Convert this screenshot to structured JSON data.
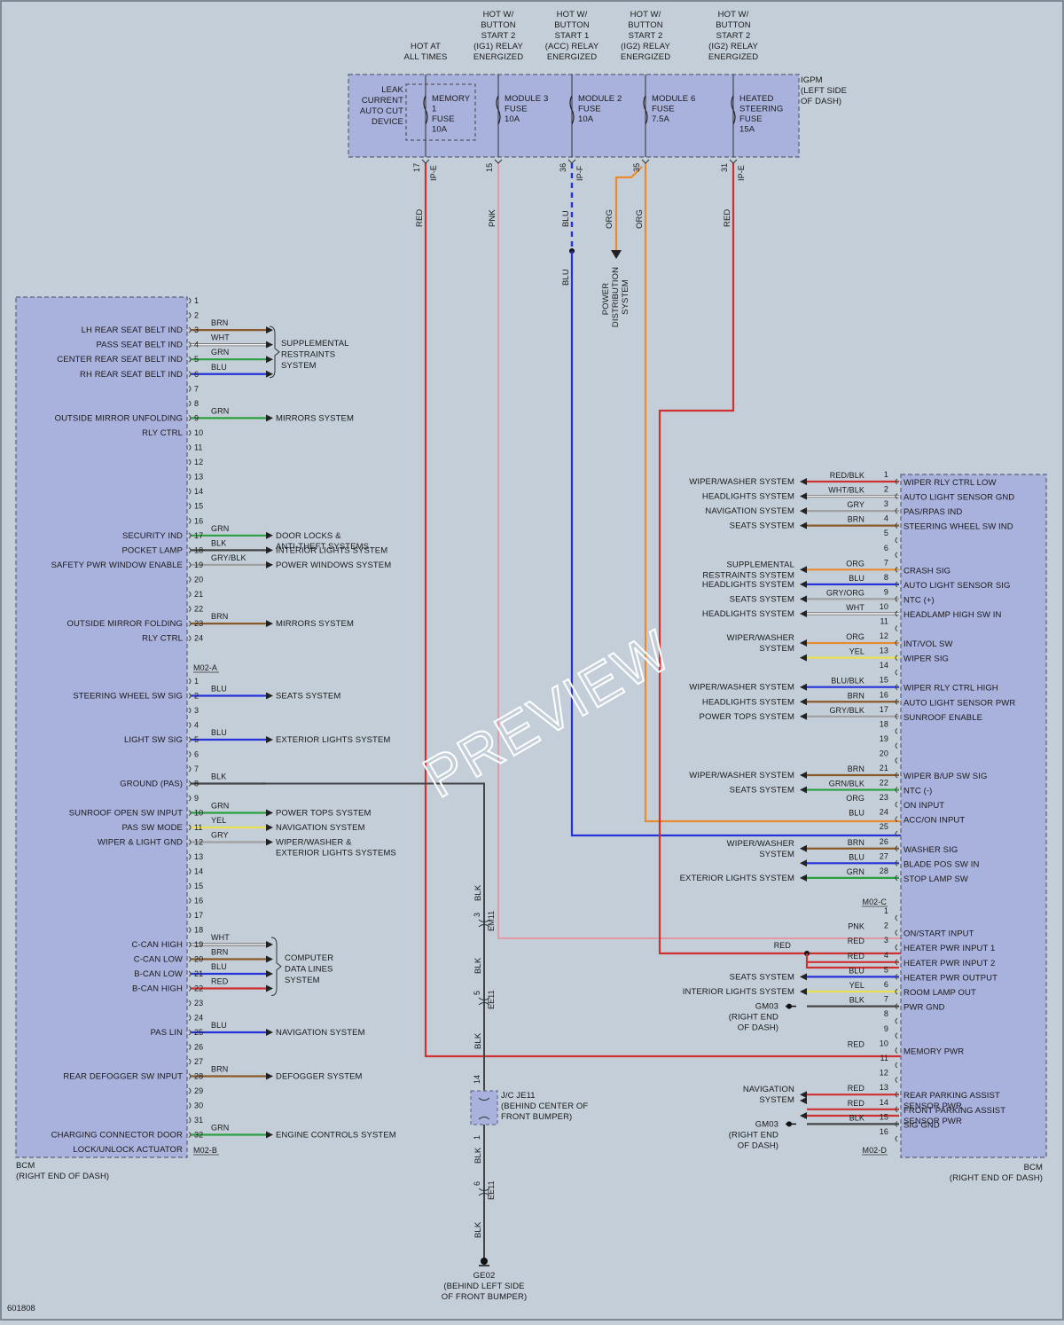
{
  "diagram_id": "601808",
  "watermark": "PREVIEW",
  "colors": {
    "background": "#c3ced8",
    "module_fill": "#a9b1dd",
    "module_border": "#6a6f8a",
    "RED": "#d03030",
    "PNK": "#e39aa6",
    "BLU": "#2432d8",
    "ORG": "#e88a30",
    "BRN": "#8a5a2a",
    "WHT": "#f4f4f4",
    "GRN": "#2aa040",
    "BLK": "#444444",
    "GRY": "#a0a0a0",
    "YEL": "#e8e050"
  },
  "igpm": {
    "label": [
      "IGPM",
      "(LEFT SIDE",
      "OF DASH)"
    ],
    "leak_device": [
      "LEAK",
      "CURRENT",
      "AUTO CUT",
      "DEVICE"
    ],
    "fuses": [
      {
        "name": [
          "MEMORY",
          "1",
          "FUSE",
          "10A"
        ],
        "header": [
          "HOT AT",
          "ALL TIMES"
        ],
        "pin": "17",
        "conn": "IP-E",
        "color": "RED",
        "wire_label": "RED"
      },
      {
        "name": [
          "MODULE 3",
          "FUSE",
          "10A"
        ],
        "header": [
          "HOT W/",
          "BUTTON",
          "START 2",
          "(IG1) RELAY",
          "ENERGIZED"
        ],
        "pin": "15",
        "conn": "",
        "color": "PNK",
        "wire_label": "PNK"
      },
      {
        "name": [
          "MODULE 2",
          "FUSE",
          "10A"
        ],
        "header": [
          "HOT W/",
          "BUTTON",
          "START 1",
          "(ACC) RELAY",
          "ENERGIZED"
        ],
        "pin": "36",
        "conn": "IP-F",
        "color": "BLU",
        "wire_label": "BLU"
      },
      {
        "name": [
          "MODULE 6",
          "FUSE",
          "7.5A"
        ],
        "header": [
          "HOT W/",
          "BUTTON",
          "START 2",
          "(IG2) RELAY",
          "ENERGIZED"
        ],
        "pin": "35",
        "conn": "",
        "color": "ORG",
        "wire_label": "ORG"
      },
      {
        "name": [
          "HEATED",
          "STEERING",
          "FUSE",
          "15A"
        ],
        "header": [
          "HOT W/",
          "BUTTON",
          "START 2",
          "(IG2) RELAY",
          "ENERGIZED"
        ],
        "pin": "31",
        "conn": "IP-E",
        "color": "RED",
        "wire_label": "RED"
      }
    ],
    "splice_labels": {
      "blu_lower": "BLU",
      "org_left": "ORG",
      "power_dist": [
        "POWER",
        "DISTRIBUTION",
        "SYSTEM"
      ]
    }
  },
  "left_bcm": {
    "label": [
      "BCM",
      "(RIGHT END OF DASH)"
    ],
    "connectors": [
      {
        "name": "M02-A",
        "pins": [
          {
            "n": "1"
          },
          {
            "n": "2"
          },
          {
            "n": "3",
            "func": "LH REAR SEAT BELT IND",
            "color": "BRN",
            "label": "BRN"
          },
          {
            "n": "4",
            "func": "PASS SEAT BELT IND",
            "color": "WHT",
            "label": "WHT"
          },
          {
            "n": "5",
            "func": "CENTER REAR SEAT BELT IND",
            "color": "GRN",
            "label": "GRN"
          },
          {
            "n": "6",
            "func": "RH REAR SEAT BELT IND",
            "color": "BLU",
            "label": "BLU"
          },
          {
            "n": "7"
          },
          {
            "n": "8"
          },
          {
            "n": "9",
            "func": "OUTSIDE MIRROR UNFOLDING",
            "color": "GRN",
            "label": "GRN",
            "dest": "MIRRORS SYSTEM"
          },
          {
            "n": "10",
            "func": "RLY CTRL"
          },
          {
            "n": "11"
          },
          {
            "n": "12"
          },
          {
            "n": "13"
          },
          {
            "n": "14"
          },
          {
            "n": "15"
          },
          {
            "n": "16"
          },
          {
            "n": "17",
            "func": "SECURITY IND",
            "color": "GRN",
            "label": "GRN",
            "dest": "DOOR LOCKS &",
            "dest2": "ANTI-THEFT SYSTEMS"
          },
          {
            "n": "18",
            "func": "POCKET LAMP",
            "color": "BLK",
            "label": "BLK",
            "dest": "INTERIOR LIGHTS SYSTEM"
          },
          {
            "n": "19",
            "func": "SAFETY PWR WINDOW ENABLE",
            "color": "GRY",
            "label": "GRY/BLK",
            "dest": "POWER WINDOWS SYSTEM"
          },
          {
            "n": "20"
          },
          {
            "n": "21"
          },
          {
            "n": "22"
          },
          {
            "n": "23",
            "func": "OUTSIDE MIRROR FOLDING",
            "color": "BRN",
            "label": "BRN",
            "dest": "MIRRORS SYSTEM"
          },
          {
            "n": "24",
            "func": "RLY CTRL"
          }
        ],
        "group": {
          "text": [
            "SUPPLEMENTAL",
            "RESTRAINTS",
            "SYSTEM"
          ]
        }
      },
      {
        "name": "M02-B",
        "pins": [
          {
            "n": "1"
          },
          {
            "n": "2",
            "func": "STEERING WHEEL SW SIG",
            "color": "BLU",
            "label": "BLU",
            "dest": "SEATS SYSTEM"
          },
          {
            "n": "3"
          },
          {
            "n": "4"
          },
          {
            "n": "5",
            "func": "LIGHT SW SIG",
            "color": "BLU",
            "label": "BLU",
            "dest": "EXTERIOR LIGHTS SYSTEM"
          },
          {
            "n": "6"
          },
          {
            "n": "7"
          },
          {
            "n": "8",
            "func": "GROUND (PAS)",
            "color": "BLK",
            "label": "BLK"
          },
          {
            "n": "9"
          },
          {
            "n": "10",
            "func": "SUNROOF OPEN SW INPUT",
            "color": "GRN",
            "label": "GRN",
            "dest": "POWER TOPS SYSTEM"
          },
          {
            "n": "11",
            "func": "PAS SW MODE",
            "color": "YEL",
            "label": "YEL",
            "dest": "NAVIGATION SYSTEM"
          },
          {
            "n": "12",
            "func": "WIPER & LIGHT GND",
            "color": "GRY",
            "label": "GRY",
            "dest": "WIPER/WASHER &",
            "dest2": "EXTERIOR LIGHTS SYSTEMS"
          },
          {
            "n": "13"
          },
          {
            "n": "14"
          },
          {
            "n": "15"
          },
          {
            "n": "16"
          },
          {
            "n": "17"
          },
          {
            "n": "18"
          },
          {
            "n": "19",
            "func": "C-CAN HIGH",
            "color": "WHT",
            "label": "WHT"
          },
          {
            "n": "20",
            "func": "C-CAN LOW",
            "color": "BRN",
            "label": "BRN"
          },
          {
            "n": "21",
            "func": "B-CAN LOW",
            "color": "BLU",
            "label": "BLU"
          },
          {
            "n": "22",
            "func": "B-CAN HIGH",
            "color": "RED",
            "label": "RED"
          },
          {
            "n": "23"
          },
          {
            "n": "24"
          },
          {
            "n": "25",
            "func": "PAS LIN",
            "color": "BLU",
            "label": "BLU",
            "dest": "NAVIGATION SYSTEM"
          },
          {
            "n": "26"
          },
          {
            "n": "27"
          },
          {
            "n": "28",
            "func": "REAR DEFOGGER SW INPUT",
            "color": "BRN",
            "label": "BRN",
            "dest": "DEFOGGER SYSTEM"
          },
          {
            "n": "29"
          },
          {
            "n": "30"
          },
          {
            "n": "31"
          },
          {
            "n": "32",
            "func": "CHARGING CONNECTOR DOOR",
            "color": "GRN",
            "label": "GRN",
            "dest": "ENGINE CONTROLS SYSTEM"
          },
          {
            "n": "",
            "func": "LOCK/UNLOCK ACTUATOR"
          }
        ],
        "group": {
          "text": [
            "COMPUTER",
            "DATA LINES",
            "SYSTEM"
          ]
        }
      }
    ]
  },
  "right_bcm": {
    "label": [
      "BCM",
      "(RIGHT END OF DASH)"
    ],
    "connectors": [
      {
        "name": "M02-C",
        "pins": [
          {
            "n": "1",
            "func": "WIPER RLY CTRL LOW",
            "color": "RED",
            "label": "RED/BLK",
            "dest": "WIPER/WASHER SYSTEM"
          },
          {
            "n": "2",
            "func": "AUTO LIGHT SENSOR GND",
            "color": "WHT",
            "label": "WHT/BLK",
            "dest": "HEADLIGHTS SYSTEM"
          },
          {
            "n": "3",
            "func": "PAS/RPAS IND",
            "color": "GRY",
            "label": "GRY",
            "dest": "NAVIGATION SYSTEM"
          },
          {
            "n": "4",
            "func": "STEERING WHEEL SW IND",
            "color": "BRN",
            "label": "BRN",
            "dest": "SEATS SYSTEM"
          },
          {
            "n": "5"
          },
          {
            "n": "6"
          },
          {
            "n": "7",
            "func": "CRASH SIG",
            "color": "ORG",
            "label": "ORG",
            "dest": "SUPPLEMENTAL",
            "dest2": "RESTRAINTS SYSTEM"
          },
          {
            "n": "8",
            "func": "AUTO LIGHT SENSOR SIG",
            "color": "BLU",
            "label": "BLU",
            "dest": "HEADLIGHTS SYSTEM"
          },
          {
            "n": "9",
            "func": "NTC (+)",
            "color": "GRY",
            "label": "GRY/ORG",
            "dest": "SEATS SYSTEM"
          },
          {
            "n": "10",
            "func": "HEADLAMP HIGH SW IN",
            "color": "WHT",
            "label": "WHT",
            "dest": "HEADLIGHTS SYSTEM"
          },
          {
            "n": "11"
          },
          {
            "n": "12",
            "func": "INT/VOL SW",
            "color": "ORG",
            "label": "ORG",
            "dest": "WIPER/WASHER",
            "dest2": "SYSTEM"
          },
          {
            "n": "13",
            "func": "WIPER SIG",
            "color": "YEL",
            "label": "YEL"
          },
          {
            "n": "14"
          },
          {
            "n": "15",
            "func": "WIPER RLY CTRL HIGH",
            "color": "BLU",
            "label": "BLU/BLK",
            "dest": "WIPER/WASHER SYSTEM"
          },
          {
            "n": "16",
            "func": "AUTO LIGHT SENSOR PWR",
            "color": "BRN",
            "label": "BRN",
            "dest": "HEADLIGHTS SYSTEM"
          },
          {
            "n": "17",
            "func": "SUNROOF ENABLE",
            "color": "GRY",
            "label": "GRY/BLK",
            "dest": "POWER TOPS SYSTEM"
          },
          {
            "n": "18"
          },
          {
            "n": "19"
          },
          {
            "n": "20"
          },
          {
            "n": "21",
            "func": "WIPER B/UP SW SIG",
            "color": "BRN",
            "label": "BRN",
            "dest": "WIPER/WASHER SYSTEM"
          },
          {
            "n": "22",
            "func": "NTC (-)",
            "color": "GRN",
            "label": "GRN/BLK",
            "dest": "SEATS SYSTEM"
          },
          {
            "n": "23",
            "func": "ON INPUT",
            "color": "ORG",
            "label": "ORG"
          },
          {
            "n": "24",
            "func": "ACC/ON INPUT",
            "color": "BLU",
            "label": "BLU"
          },
          {
            "n": "25"
          },
          {
            "n": "26",
            "func": "WASHER SIG",
            "color": "BRN",
            "label": "BRN",
            "dest": "WIPER/WASHER",
            "dest2": "SYSTEM"
          },
          {
            "n": "27",
            "func": "BLADE POS SW IN",
            "color": "BLU",
            "label": "BLU"
          },
          {
            "n": "28",
            "func": "STOP LAMP SW",
            "color": "GRN",
            "label": "GRN",
            "dest": "EXTERIOR LIGHTS SYSTEM"
          }
        ]
      },
      {
        "name": "M02-D",
        "pins": [
          {
            "n": "1"
          },
          {
            "n": "2",
            "func": "ON/START INPUT",
            "color": "PNK",
            "label": "PNK"
          },
          {
            "n": "3",
            "func": "HEATER PWR INPUT 1",
            "color": "RED",
            "label": "RED"
          },
          {
            "n": "4",
            "func": "HEATER PWR INPUT 2",
            "color": "RED",
            "label": "RED"
          },
          {
            "n": "5",
            "func": "HEATER PWR OUTPUT",
            "color": "BLU",
            "label": "BLU",
            "dest": "SEATS SYSTEM"
          },
          {
            "n": "6",
            "func": "ROOM LAMP OUT",
            "color": "YEL",
            "label": "YEL",
            "dest": "INTERIOR LIGHTS SYSTEM"
          },
          {
            "n": "7",
            "func": "PWR GND",
            "color": "BLK",
            "label": "BLK",
            "gnd": "GM03",
            "gnd2": [
              "(RIGHT END",
              "OF DASH)"
            ]
          },
          {
            "n": "8"
          },
          {
            "n": "9"
          },
          {
            "n": "10",
            "func": "MEMORY PWR",
            "color": "RED",
            "label": "RED"
          },
          {
            "n": "11"
          },
          {
            "n": "12"
          },
          {
            "n": "13",
            "func": "REAR PARKING ASSIST",
            "func2": "SENSOR PWR",
            "color": "RED",
            "label": "RED",
            "dest": "NAVIGATION",
            "dest2": "SYSTEM"
          },
          {
            "n": "14",
            "func": "FRONT PARKING ASSIST",
            "func2": "SENSOR PWR",
            "color": "RED",
            "label": "RED"
          },
          {
            "n": "15",
            "func": "SIG GND",
            "color": "BLK",
            "label": "BLK",
            "gnd": "GM03",
            "gnd2": [
              "(RIGHT END",
              "OF DASH)"
            ]
          },
          {
            "n": "16"
          }
        ]
      }
    ],
    "red_tap_label": "RED"
  },
  "ground_chain": {
    "em11": {
      "pin": "3",
      "conn": "EM11",
      "wire": "BLK"
    },
    "ee11_top": {
      "pin": "5",
      "conn": "EE11",
      "wire": "BLK"
    },
    "jc": {
      "pin_top": "14",
      "pin_bot": "1",
      "label": [
        "J/C JE11",
        "(BEHIND CENTER OF",
        "FRONT BUMPER)"
      ],
      "wire_top": "BLK"
    },
    "ee11_bot": {
      "pin": "6",
      "conn": "EE11",
      "wire": "BLK",
      "wire2": "BLK"
    },
    "ground": {
      "name": "GE02",
      "location": [
        "(BEHIND LEFT SIDE",
        "OF FRONT BUMPER)"
      ]
    }
  }
}
